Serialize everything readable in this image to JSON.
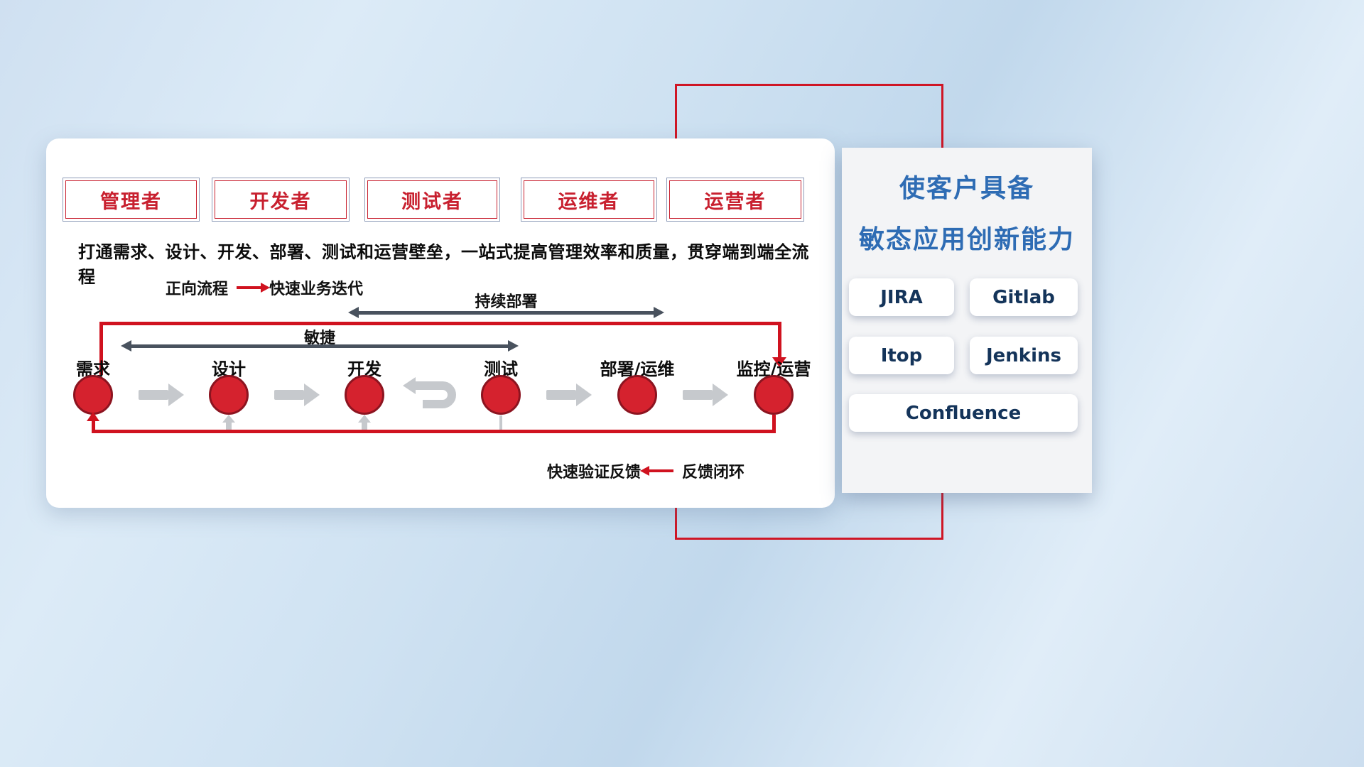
{
  "roles": {
    "items": [
      {
        "label": "管理者"
      },
      {
        "label": "开发者"
      },
      {
        "label": "测试者"
      },
      {
        "label": "运维者"
      },
      {
        "label": "运营者"
      }
    ]
  },
  "subtitle": "打通需求、设计、开发、部署、测试和运营壁垒，一站式提高管理效率和质量，贯穿端到端全流程",
  "legends": {
    "forward_label": "正向流程",
    "forward_value": "快速业务迭代",
    "feedback_label": "快速验证反馈",
    "feedback_value": "反馈闭环"
  },
  "flow": {
    "continuous_deployment": "持续部署",
    "agile": "敏捷",
    "stages": [
      {
        "label": "需求"
      },
      {
        "label": "设计"
      },
      {
        "label": "开发"
      },
      {
        "label": "测试"
      },
      {
        "label": "部署/运维"
      },
      {
        "label": "监控/运营"
      }
    ]
  },
  "right_panel": {
    "title_line1": "使客户具备",
    "title_line2": "敏态应用创新能力",
    "tools": [
      {
        "name": "JIRA"
      },
      {
        "name": "Gitlab"
      },
      {
        "name": "Itop"
      },
      {
        "name": "Jenkins"
      },
      {
        "name": "Confluence"
      }
    ]
  },
  "colors": {
    "accent_red": "#d0121f",
    "title_blue": "#2e6cb4",
    "tool_text": "#14345a",
    "dark_arrow": "#49525e",
    "gray_arrow": "#c6c9cd",
    "node_fill": "#d5222e",
    "node_border": "#8c1420"
  }
}
